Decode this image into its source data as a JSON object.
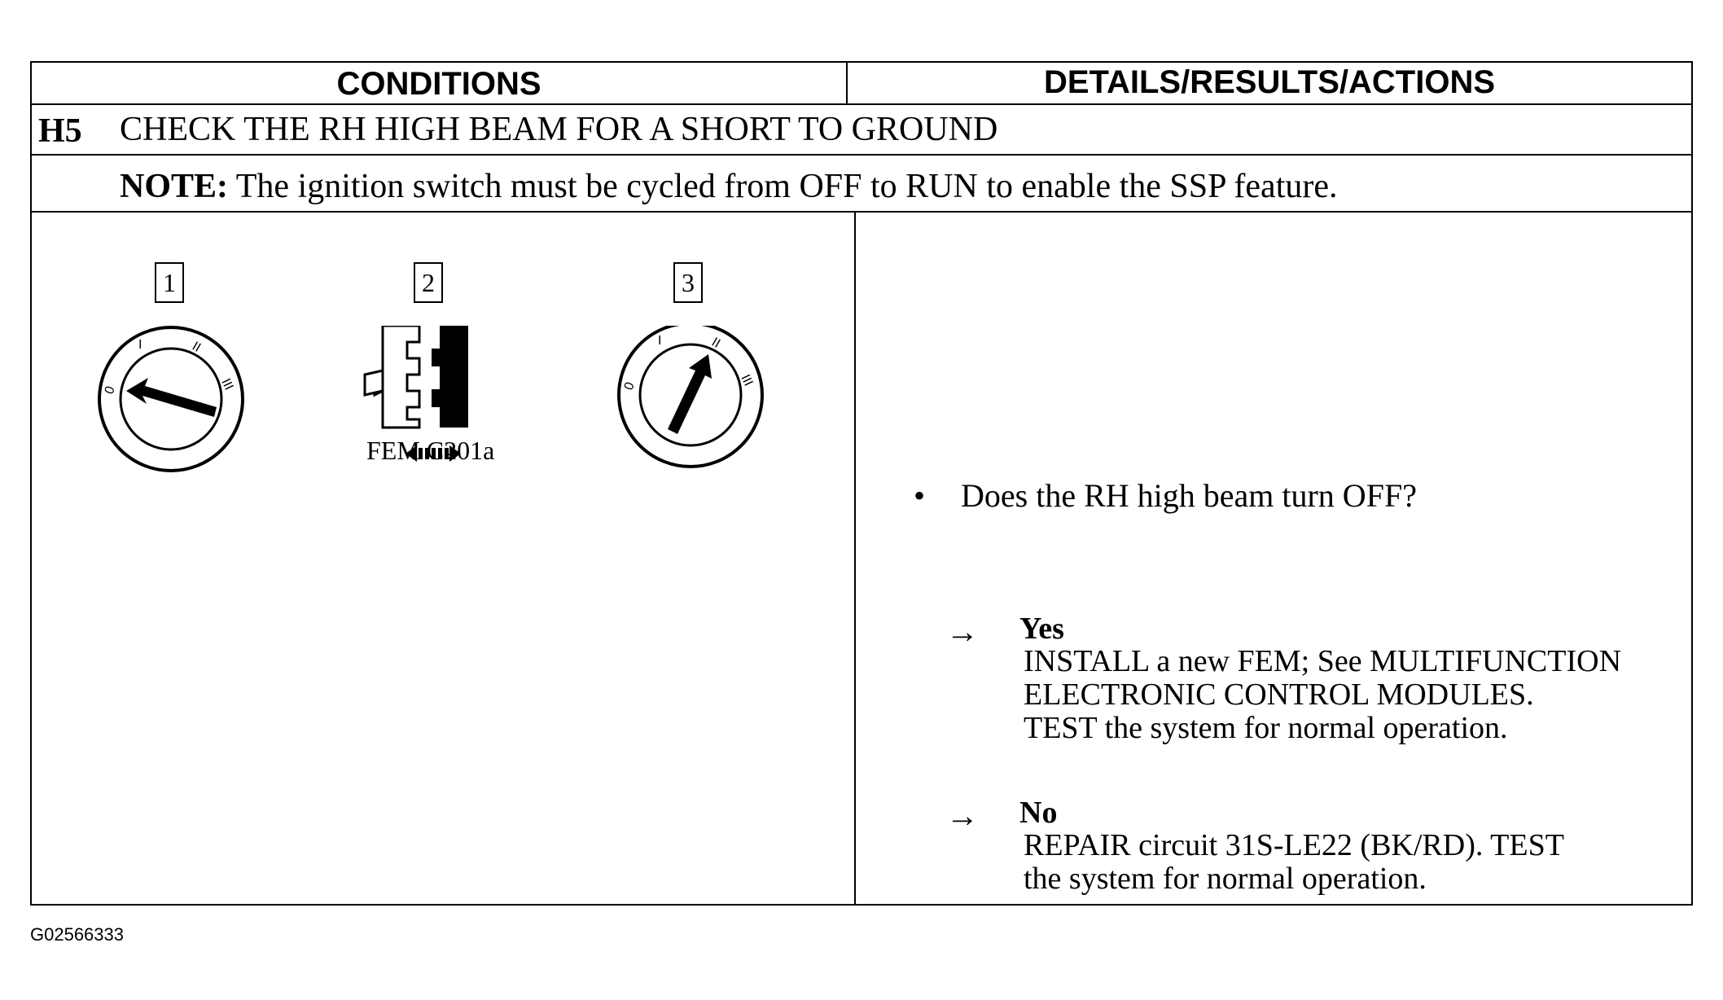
{
  "table": {
    "col_conditions": "CONDITIONS",
    "col_details": "DETAILS/RESULTS/ACTIONS"
  },
  "step": {
    "id": "H5",
    "title": "CHECK THE RH HIGH BEAM FOR A SHORT TO GROUND"
  },
  "note": {
    "label": "NOTE:",
    "text": " The ignition switch must be cycled from OFF to RUN to enable the SSP feature."
  },
  "figure": {
    "steps": [
      "1",
      "2",
      "3"
    ],
    "connector_label": "FEM C201a",
    "ignition_marks": [
      "0",
      "I",
      "II",
      "III"
    ]
  },
  "question": {
    "bullet": "•",
    "text": "Does the RH high beam turn OFF?"
  },
  "answers": [
    {
      "arrow": "→",
      "label": "Yes",
      "action": "INSTALL a new FEM; See MULTIFUNCTION\nELECTRONIC CONTROL MODULES.\nTEST the system for normal operation."
    },
    {
      "arrow": "→",
      "label": "No",
      "action": "REPAIR circuit 31S-LE22 (BK/RD). TEST\nthe system for normal operation."
    }
  ],
  "figure_id": "G02566333"
}
